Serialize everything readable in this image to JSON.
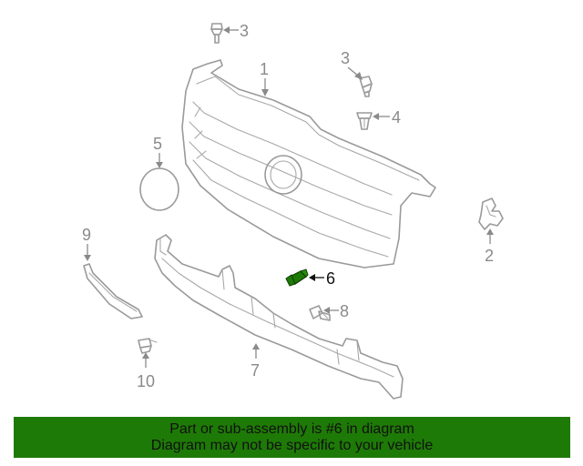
{
  "callouts": {
    "c1": "1",
    "c2": "2",
    "c3a": "3",
    "c3b": "3",
    "c4": "4",
    "c5": "5",
    "c6": "6",
    "c7": "7",
    "c8": "8",
    "c9": "9",
    "c10": "10"
  },
  "highlighted_part": "6",
  "colors": {
    "banner_bg": "#1e7a06",
    "highlight_part": "#1e7a06",
    "line_art": "#9a9a9a"
  },
  "banner": {
    "line1": "Part or sub-assembly is #6 in diagram",
    "line2": "Diagram may not be specific to your vehicle"
  }
}
